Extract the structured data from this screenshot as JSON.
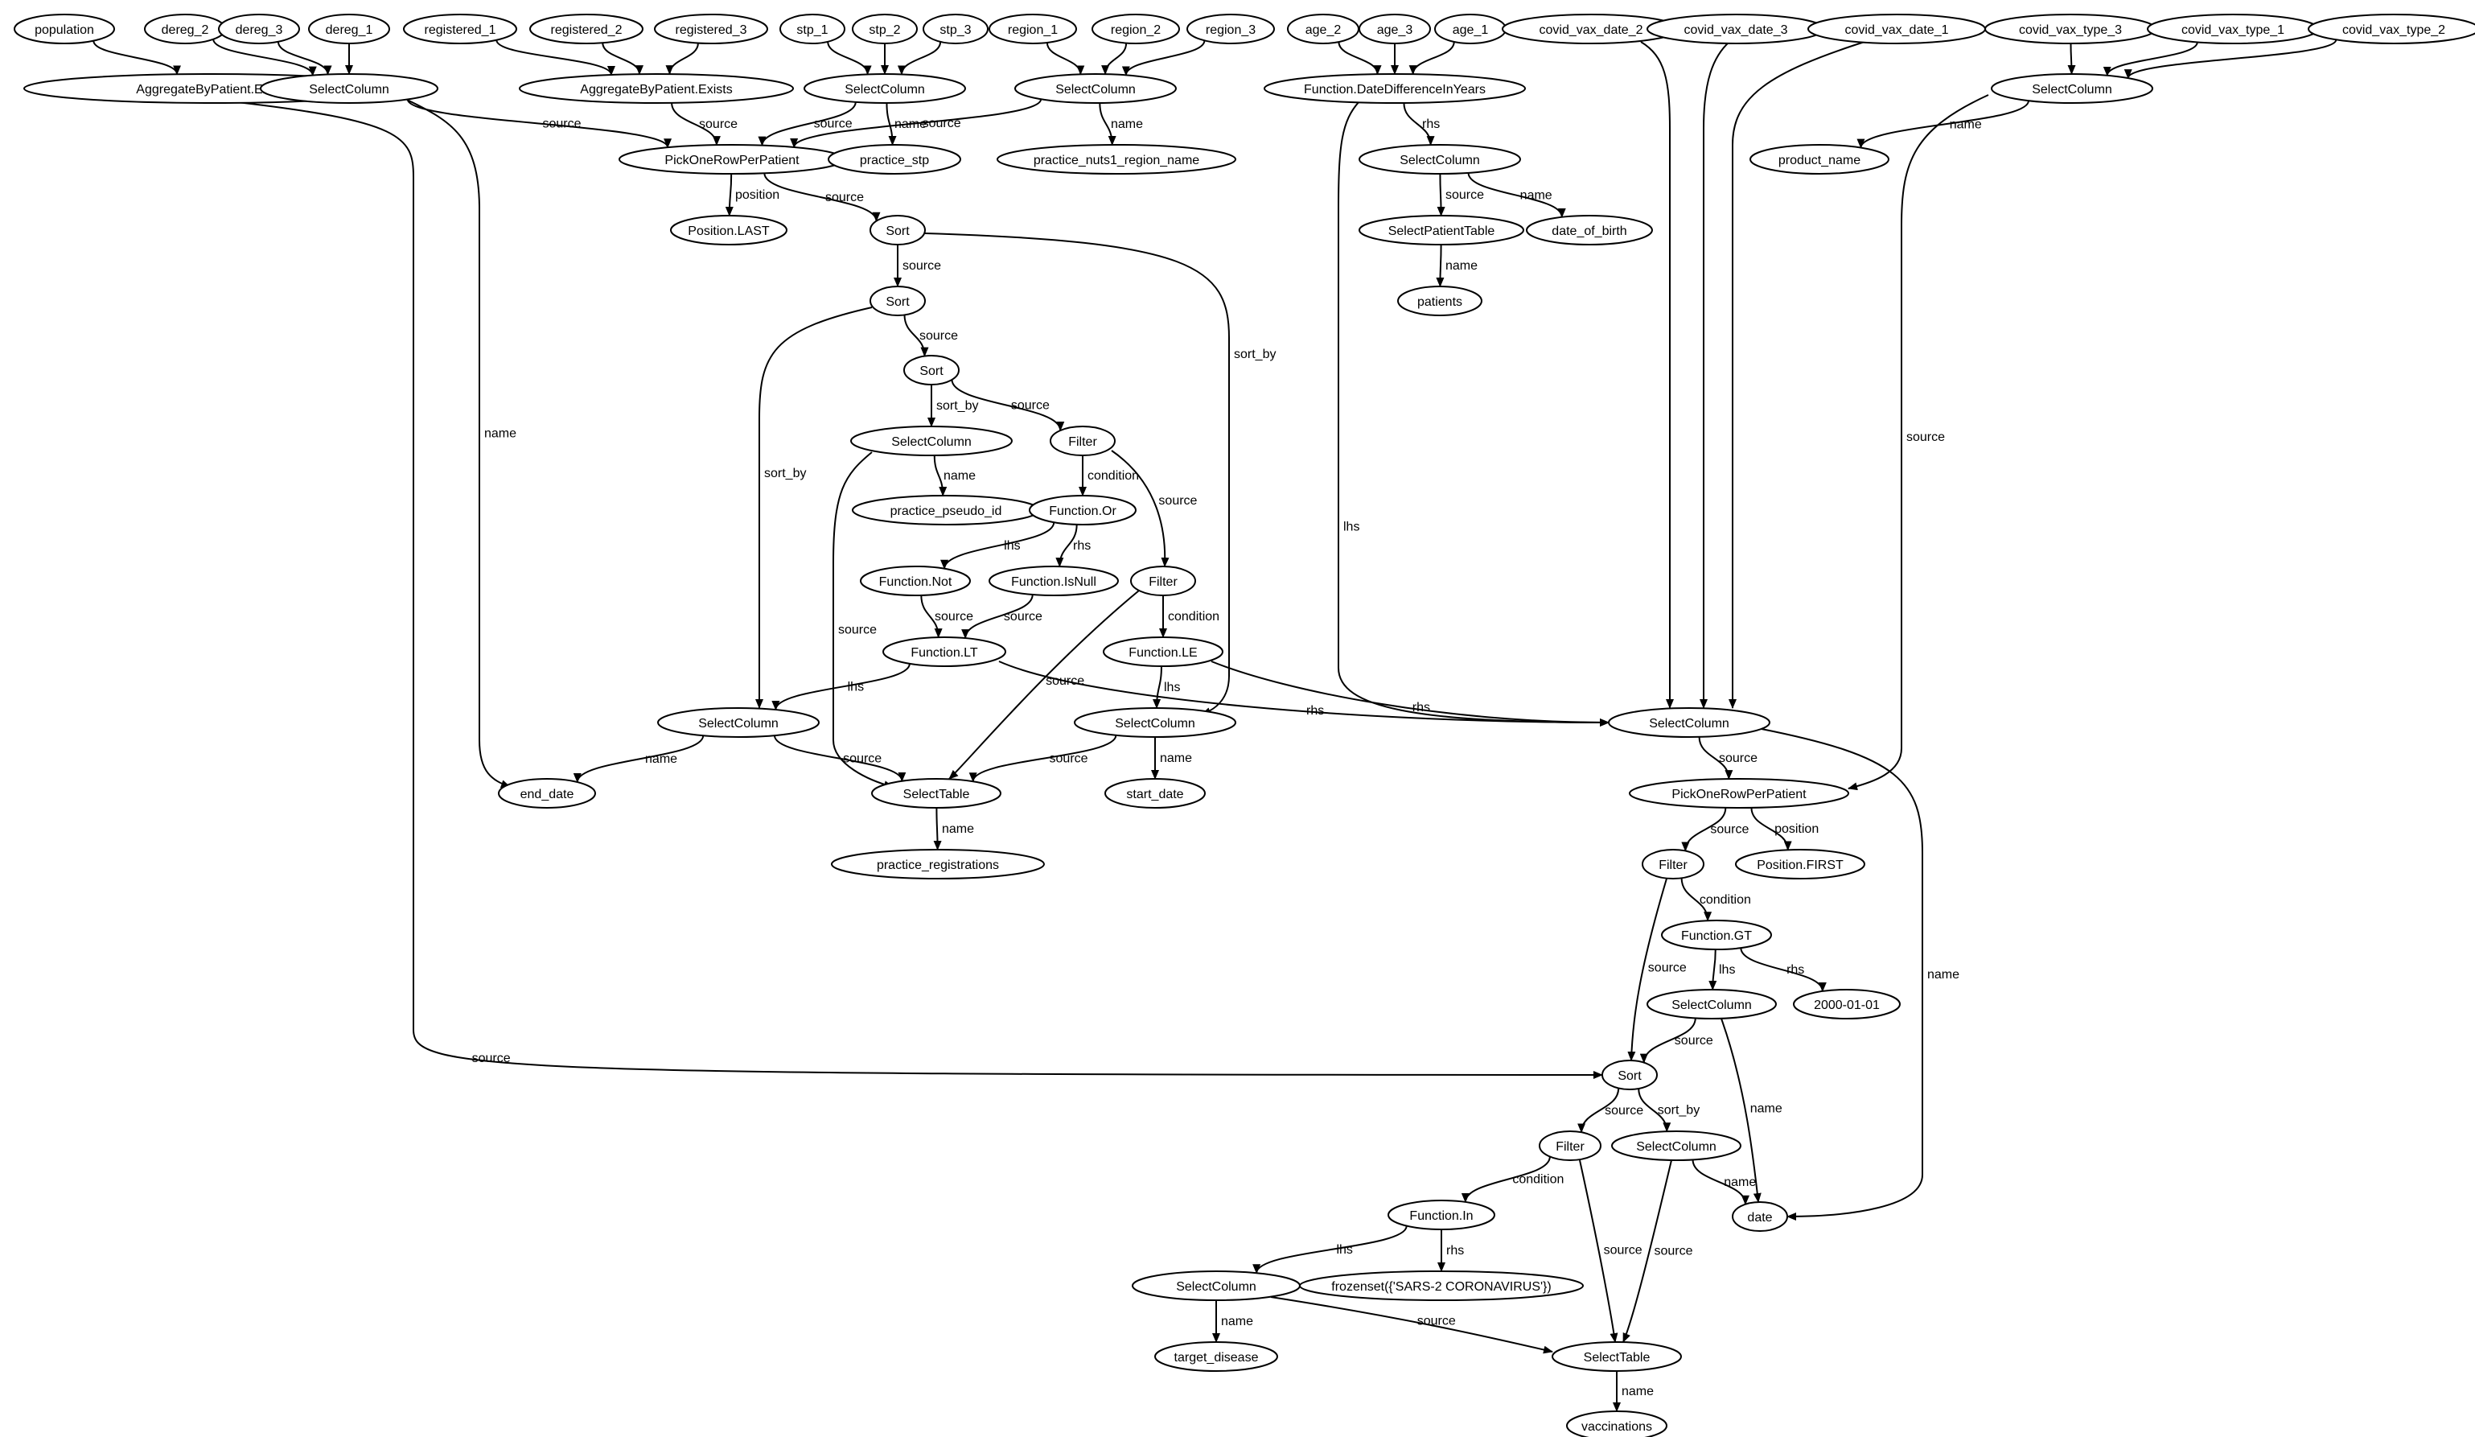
{
  "nodes": [
    {
      "id": "population",
      "label": "population"
    },
    {
      "id": "dereg_2",
      "label": "dereg_2"
    },
    {
      "id": "dereg_3",
      "label": "dereg_3"
    },
    {
      "id": "dereg_1",
      "label": "dereg_1"
    },
    {
      "id": "registered_1",
      "label": "registered_1"
    },
    {
      "id": "registered_2",
      "label": "registered_2"
    },
    {
      "id": "registered_3",
      "label": "registered_3"
    },
    {
      "id": "stp_1",
      "label": "stp_1"
    },
    {
      "id": "stp_2",
      "label": "stp_2"
    },
    {
      "id": "stp_3",
      "label": "stp_3"
    },
    {
      "id": "region_1",
      "label": "region_1"
    },
    {
      "id": "region_2",
      "label": "region_2"
    },
    {
      "id": "region_3",
      "label": "region_3"
    },
    {
      "id": "age_2",
      "label": "age_2"
    },
    {
      "id": "age_3",
      "label": "age_3"
    },
    {
      "id": "age_1",
      "label": "age_1"
    },
    {
      "id": "covid_vax_date_2",
      "label": "covid_vax_date_2"
    },
    {
      "id": "covid_vax_date_3",
      "label": "covid_vax_date_3"
    },
    {
      "id": "covid_vax_date_1",
      "label": "covid_vax_date_1"
    },
    {
      "id": "covid_vax_type_3",
      "label": "covid_vax_type_3"
    },
    {
      "id": "covid_vax_type_1",
      "label": "covid_vax_type_1"
    },
    {
      "id": "covid_vax_type_2",
      "label": "covid_vax_type_2"
    },
    {
      "id": "agg_exists_pop",
      "label": "AggregateByPatient.Exists"
    },
    {
      "id": "sc_dereg",
      "label": "SelectColumn"
    },
    {
      "id": "agg_exists_reg",
      "label": "AggregateByPatient.Exists"
    },
    {
      "id": "sc_stp",
      "label": "SelectColumn"
    },
    {
      "id": "sc_region",
      "label": "SelectColumn"
    },
    {
      "id": "fn_datediff",
      "label": "Function.DateDifferenceInYears"
    },
    {
      "id": "sc_vaxtype",
      "label": "SelectColumn"
    },
    {
      "id": "pick_last",
      "label": "PickOneRowPerPatient"
    },
    {
      "id": "practice_stp",
      "label": "practice_stp"
    },
    {
      "id": "practice_nuts1",
      "label": "practice_nuts1_region_name"
    },
    {
      "id": "sc_dob",
      "label": "SelectColumn"
    },
    {
      "id": "product_name",
      "label": "product_name"
    },
    {
      "id": "pos_last",
      "label": "Position.LAST"
    },
    {
      "id": "sort1",
      "label": "Sort"
    },
    {
      "id": "select_patient_table",
      "label": "SelectPatientTable"
    },
    {
      "id": "date_of_birth",
      "label": "date_of_birth"
    },
    {
      "id": "sort2",
      "label": "Sort"
    },
    {
      "id": "patients",
      "label": "patients"
    },
    {
      "id": "sort3",
      "label": "Sort"
    },
    {
      "id": "sc_pseudo",
      "label": "SelectColumn"
    },
    {
      "id": "filter1",
      "label": "Filter"
    },
    {
      "id": "practice_pseudo_id",
      "label": "practice_pseudo_id"
    },
    {
      "id": "fn_or",
      "label": "Function.Or"
    },
    {
      "id": "fn_not",
      "label": "Function.Not"
    },
    {
      "id": "fn_isnull",
      "label": "Function.IsNull"
    },
    {
      "id": "filter2",
      "label": "Filter"
    },
    {
      "id": "fn_lt",
      "label": "Function.LT"
    },
    {
      "id": "fn_le",
      "label": "Function.LE"
    },
    {
      "id": "sc_end",
      "label": "SelectColumn"
    },
    {
      "id": "sc_start",
      "label": "SelectColumn"
    },
    {
      "id": "sc_vaxdate",
      "label": "SelectColumn"
    },
    {
      "id": "end_date",
      "label": "end_date"
    },
    {
      "id": "select_table_pr",
      "label": "SelectTable"
    },
    {
      "id": "start_date",
      "label": "start_date"
    },
    {
      "id": "pick_first",
      "label": "PickOneRowPerPatient"
    },
    {
      "id": "practice_registrations",
      "label": "practice_registrations"
    },
    {
      "id": "filter3",
      "label": "Filter"
    },
    {
      "id": "pos_first",
      "label": "Position.FIRST"
    },
    {
      "id": "fn_gt",
      "label": "Function.GT"
    },
    {
      "id": "sc_date",
      "label": "SelectColumn"
    },
    {
      "id": "date_2000",
      "label": "2000-01-01"
    },
    {
      "id": "sort4",
      "label": "Sort"
    },
    {
      "id": "filter4",
      "label": "Filter"
    },
    {
      "id": "sc_sortby_date",
      "label": "SelectColumn"
    },
    {
      "id": "fn_in",
      "label": "Function.In"
    },
    {
      "id": "date",
      "label": "date"
    },
    {
      "id": "sc_target",
      "label": "SelectColumn"
    },
    {
      "id": "frozenset",
      "label": "frozenset({'SARS-2 CORONAVIRUS'})"
    },
    {
      "id": "target_disease",
      "label": "target_disease"
    },
    {
      "id": "select_table_vax",
      "label": "SelectTable"
    },
    {
      "id": "vaccinations",
      "label": "vaccinations"
    }
  ],
  "edges": [
    {
      "from": "population",
      "to": "agg_exists_pop",
      "label": ""
    },
    {
      "from": "dereg_2",
      "to": "sc_dereg",
      "label": ""
    },
    {
      "from": "dereg_3",
      "to": "sc_dereg",
      "label": ""
    },
    {
      "from": "dereg_1",
      "to": "sc_dereg",
      "label": ""
    },
    {
      "from": "registered_1",
      "to": "agg_exists_reg",
      "label": ""
    },
    {
      "from": "registered_2",
      "to": "agg_exists_reg",
      "label": ""
    },
    {
      "from": "registered_3",
      "to": "agg_exists_reg",
      "label": ""
    },
    {
      "from": "stp_1",
      "to": "sc_stp",
      "label": ""
    },
    {
      "from": "stp_2",
      "to": "sc_stp",
      "label": ""
    },
    {
      "from": "stp_3",
      "to": "sc_stp",
      "label": ""
    },
    {
      "from": "region_1",
      "to": "sc_region",
      "label": ""
    },
    {
      "from": "region_2",
      "to": "sc_region",
      "label": ""
    },
    {
      "from": "region_3",
      "to": "sc_region",
      "label": ""
    },
    {
      "from": "age_2",
      "to": "fn_datediff",
      "label": ""
    },
    {
      "from": "age_3",
      "to": "fn_datediff",
      "label": ""
    },
    {
      "from": "age_1",
      "to": "fn_datediff",
      "label": ""
    },
    {
      "from": "covid_vax_date_2",
      "to": "sc_vaxdate",
      "label": ""
    },
    {
      "from": "covid_vax_date_3",
      "to": "sc_vaxdate",
      "label": ""
    },
    {
      "from": "covid_vax_date_1",
      "to": "sc_vaxdate",
      "label": ""
    },
    {
      "from": "covid_vax_type_3",
      "to": "sc_vaxtype",
      "label": ""
    },
    {
      "from": "covid_vax_type_1",
      "to": "sc_vaxtype",
      "label": ""
    },
    {
      "from": "covid_vax_type_2",
      "to": "sc_vaxtype",
      "label": ""
    },
    {
      "from": "agg_exists_pop",
      "to": "sort4",
      "label": "source"
    },
    {
      "from": "sc_dereg",
      "to": "pick_last",
      "label": "source"
    },
    {
      "from": "sc_dereg",
      "to": "end_date",
      "label": "name"
    },
    {
      "from": "agg_exists_reg",
      "to": "pick_last",
      "label": "source"
    },
    {
      "from": "sc_stp",
      "to": "pick_last",
      "label": "source"
    },
    {
      "from": "sc_stp",
      "to": "practice_stp",
      "label": "name"
    },
    {
      "from": "sc_region",
      "to": "pick_last",
      "label": "source"
    },
    {
      "from": "sc_region",
      "to": "practice_nuts1",
      "label": "name"
    },
    {
      "from": "fn_datediff",
      "to": "sc_dob",
      "label": "rhs"
    },
    {
      "from": "fn_datediff",
      "to": "sc_vaxdate",
      "label": "lhs"
    },
    {
      "from": "sc_vaxtype",
      "to": "product_name",
      "label": "name"
    },
    {
      "from": "sc_vaxtype",
      "to": "pick_first",
      "label": "source"
    },
    {
      "from": "pick_last",
      "to": "pos_last",
      "label": "position"
    },
    {
      "from": "pick_last",
      "to": "sort1",
      "label": "source"
    },
    {
      "from": "sc_dob",
      "to": "select_patient_table",
      "label": "source"
    },
    {
      "from": "sc_dob",
      "to": "date_of_birth",
      "label": "name"
    },
    {
      "from": "select_patient_table",
      "to": "patients",
      "label": "name"
    },
    {
      "from": "sort1",
      "to": "sort2",
      "label": "source"
    },
    {
      "from": "sort1",
      "to": "sc_start",
      "label": "sort_by"
    },
    {
      "from": "sort2",
      "to": "sort3",
      "label": "source"
    },
    {
      "from": "sort2",
      "to": "sc_end",
      "label": "sort_by"
    },
    {
      "from": "sort3",
      "to": "sc_pseudo",
      "label": "sort_by"
    },
    {
      "from": "sort3",
      "to": "filter1",
      "label": "source"
    },
    {
      "from": "sc_pseudo",
      "to": "practice_pseudo_id",
      "label": "name"
    },
    {
      "from": "sc_pseudo",
      "to": "select_table_pr",
      "label": "source"
    },
    {
      "from": "filter1",
      "to": "fn_or",
      "label": "condition"
    },
    {
      "from": "filter1",
      "to": "filter2",
      "label": "source"
    },
    {
      "from": "fn_or",
      "to": "fn_not",
      "label": "lhs"
    },
    {
      "from": "fn_or",
      "to": "fn_isnull",
      "label": "rhs"
    },
    {
      "from": "fn_not",
      "to": "fn_lt",
      "label": "source"
    },
    {
      "from": "fn_isnull",
      "to": "fn_lt",
      "label": "source"
    },
    {
      "from": "filter2",
      "to": "fn_le",
      "label": "condition"
    },
    {
      "from": "filter2",
      "to": "select_table_pr",
      "label": "source"
    },
    {
      "from": "fn_lt",
      "to": "sc_end",
      "label": "lhs"
    },
    {
      "from": "fn_lt",
      "to": "sc_vaxdate",
      "label": "rhs"
    },
    {
      "from": "fn_le",
      "to": "sc_start",
      "label": "lhs"
    },
    {
      "from": "fn_le",
      "to": "sc_vaxdate",
      "label": "rhs"
    },
    {
      "from": "sc_end",
      "to": "end_date",
      "label": "name"
    },
    {
      "from": "sc_end",
      "to": "select_table_pr",
      "label": "source"
    },
    {
      "from": "sc_start",
      "to": "select_table_pr",
      "label": "source"
    },
    {
      "from": "sc_start",
      "to": "start_date",
      "label": "name"
    },
    {
      "from": "sc_vaxdate",
      "to": "pick_first",
      "label": "source"
    },
    {
      "from": "sc_vaxdate",
      "to": "date",
      "label": "name"
    },
    {
      "from": "select_table_pr",
      "to": "practice_registrations",
      "label": "name"
    },
    {
      "from": "pick_first",
      "to": "filter3",
      "label": "source"
    },
    {
      "from": "pick_first",
      "to": "pos_first",
      "label": "position"
    },
    {
      "from": "filter3",
      "to": "fn_gt",
      "label": "condition"
    },
    {
      "from": "filter3",
      "to": "sort4",
      "label": "source"
    },
    {
      "from": "fn_gt",
      "to": "sc_date",
      "label": "lhs"
    },
    {
      "from": "fn_gt",
      "to": "date_2000",
      "label": "rhs"
    },
    {
      "from": "sc_date",
      "to": "sort4",
      "label": "source"
    },
    {
      "from": "sc_date",
      "to": "date",
      "label": "name"
    },
    {
      "from": "sort4",
      "to": "filter4",
      "label": "source"
    },
    {
      "from": "sort4",
      "to": "sc_sortby_date",
      "label": "sort_by"
    },
    {
      "from": "filter4",
      "to": "fn_in",
      "label": "condition"
    },
    {
      "from": "filter4",
      "to": "select_table_vax",
      "label": "source"
    },
    {
      "from": "sc_sortby_date",
      "to": "date",
      "label": "name"
    },
    {
      "from": "sc_sortby_date",
      "to": "select_table_vax",
      "label": "source"
    },
    {
      "from": "fn_in",
      "to": "sc_target",
      "label": "lhs"
    },
    {
      "from": "fn_in",
      "to": "frozenset",
      "label": "rhs"
    },
    {
      "from": "sc_target",
      "to": "target_disease",
      "label": "name"
    },
    {
      "from": "sc_target",
      "to": "select_table_vax",
      "label": "source"
    },
    {
      "from": "select_table_vax",
      "to": "vaccinations",
      "label": "name"
    }
  ]
}
